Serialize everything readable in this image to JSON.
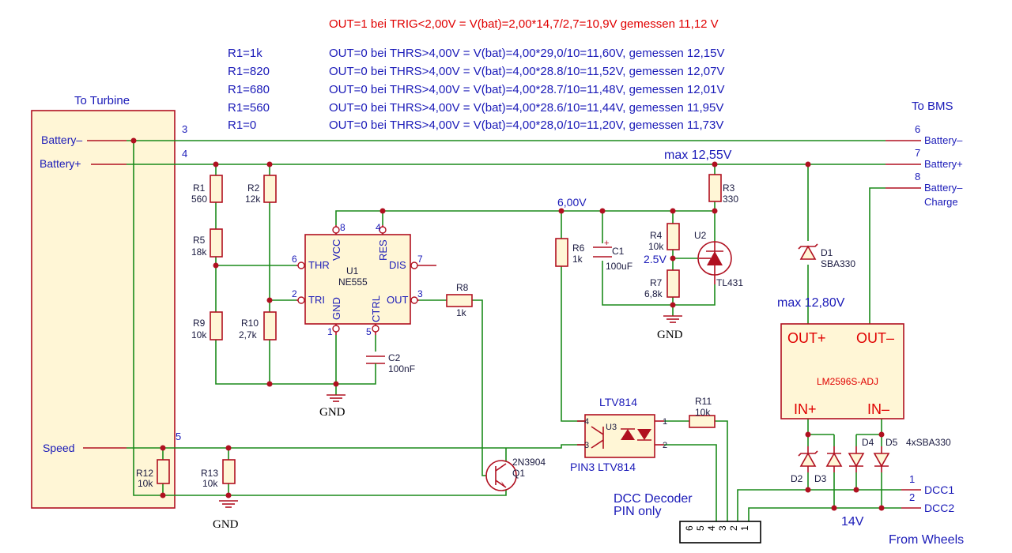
{
  "notes": {
    "trigger": "OUT=1 bei TRIG<2,00V = V(bat)=2,00*14,7/2,7=10,9V gemessen 11,12 V",
    "rows": [
      {
        "r1": "R1=1k",
        "text": "OUT=0 bei THRS>4,00V = V(bat)=4,00*29,0/10=11,60V, gemessen 12,15V"
      },
      {
        "r1": "R1=820",
        "text": "OUT=0 bei THRS>4,00V = V(bat)=4,00*28.8/10=11,52V, gemessen 12,07V"
      },
      {
        "r1": "R1=680",
        "text": "OUT=0 bei THRS>4,00V = V(bat)=4,00*28.7/10=11,48V, gemessen 12,01V"
      },
      {
        "r1": "R1=560",
        "text": "OUT=0 bei THRS>4,00V = V(bat)=4,00*28.6/10=11,44V, gemessen 11,95V"
      },
      {
        "r1": "R1=0",
        "text": "OUT=0 bei THRS>4,00V = V(bat)=4,00*28,0/10=11,20V, gemessen 11,73V"
      }
    ]
  },
  "turbine": {
    "title": "To Turbine",
    "battery_minus": "Battery–",
    "battery_plus": "Battery+",
    "speed": "Speed",
    "pin3": "3",
    "pin4": "4",
    "pin5": "5"
  },
  "bms": {
    "title": "To BMS",
    "pin6": "6",
    "pin7": "7",
    "pin8": "8",
    "battery_minus": "Battery–",
    "battery_plus": "Battery+",
    "charge_line1": "Battery–",
    "charge_line2": "Charge"
  },
  "labels": {
    "max1255": "max 12,55V",
    "v600": "6,00V",
    "v25": "2.5V",
    "max1280": "max 12,80V",
    "gnd": "GND",
    "v14": "14V",
    "from_wheels": "From Wheels",
    "dcc_decoder": "DCC Decoder",
    "pin_only": "PIN only",
    "dcc1": "DCC1",
    "dcc2": "DCC2",
    "dcc1_pin": "1",
    "dcc2_pin": "2",
    "sba4": "4xSBA330",
    "pin3_ltv": "PIN3 LTV814"
  },
  "components": {
    "r1": {
      "name": "R1",
      "value": "560"
    },
    "r2": {
      "name": "R2",
      "value": "12k"
    },
    "r5": {
      "name": "R5",
      "value": "18k"
    },
    "r9": {
      "name": "R9",
      "value": "10k"
    },
    "r10": {
      "name": "R10",
      "value": "2,7k"
    },
    "r3": {
      "name": "R3",
      "value": "330"
    },
    "r4": {
      "name": "R4",
      "value": "10k"
    },
    "r7": {
      "name": "R7",
      "value": "6,8k"
    },
    "r6": {
      "name": "R6",
      "value": "1k"
    },
    "r8": {
      "name": "R8",
      "value": "1k"
    },
    "r11": {
      "name": "R11",
      "value": "10k"
    },
    "r12": {
      "name": "R12",
      "value": "10k"
    },
    "r13": {
      "name": "R13",
      "value": "10k"
    },
    "c1": {
      "name": "C1",
      "value": "100uF"
    },
    "c2": {
      "name": "C2",
      "value": "100nF"
    },
    "u1": {
      "name": "U1",
      "part": "NE555",
      "vcc": "VCC",
      "res": "RES",
      "thr": "THR",
      "tri": "TRI",
      "dis": "DIS",
      "out": "OUT",
      "gnd": "GND",
      "ctrl": "CTRL",
      "p8": "8",
      "p4": "4",
      "p6": "6",
      "p2": "2",
      "p7": "7",
      "p3": "3",
      "p1": "1",
      "p5": "5"
    },
    "u2": {
      "name": "U2",
      "part": "TL431"
    },
    "u3": {
      "name": "U3",
      "part": "LTV814",
      "p1": "1",
      "p2": "2",
      "p3": "3",
      "p4": "4"
    },
    "q1": {
      "name": "Q1",
      "part": "2N3904"
    },
    "d1": {
      "name": "D1",
      "part": "SBA330"
    },
    "d2": {
      "name": "D2"
    },
    "d3": {
      "name": "D3"
    },
    "d4": {
      "name": "D4"
    },
    "d5": {
      "name": "D5"
    },
    "lm": {
      "part": "LM2596S-ADJ",
      "out_plus": "OUT+",
      "out_minus": "OUT–",
      "in_plus": "IN+",
      "in_minus": "IN–"
    },
    "conn": {
      "pins": [
        "6",
        "5",
        "4",
        "3",
        "2",
        "1"
      ]
    }
  },
  "colors": {
    "wire": "#1a8a1a",
    "component": "#b01020",
    "text_blue": "#1a1ab8",
    "text_red": "#e00000"
  }
}
